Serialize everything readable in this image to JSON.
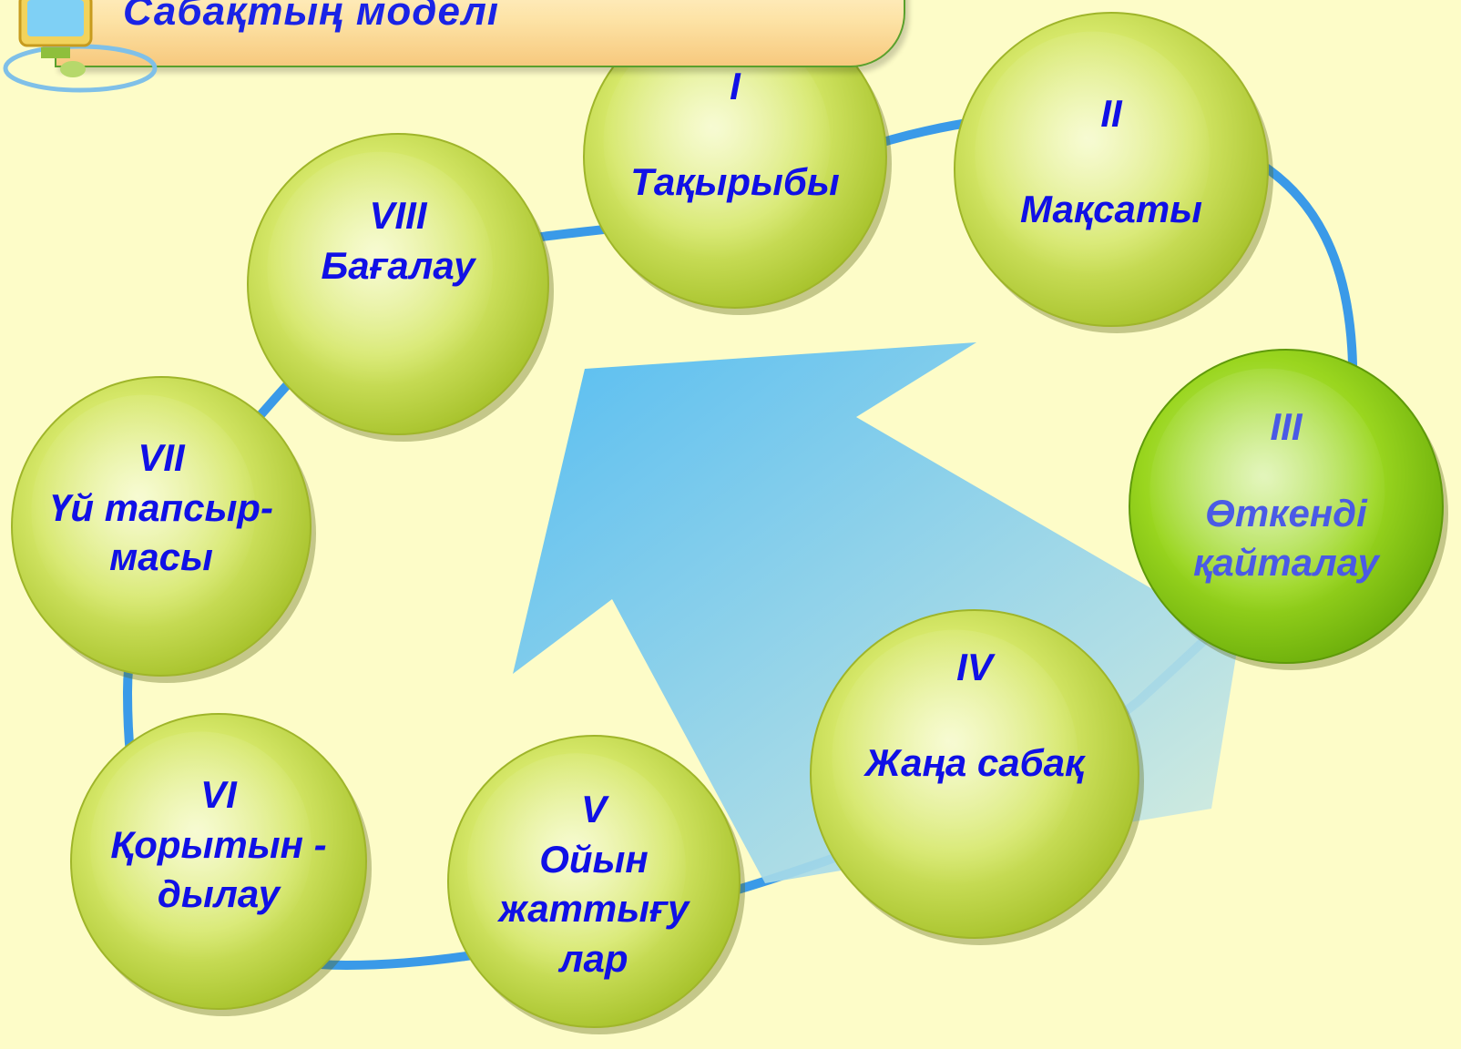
{
  "title": "Сабақтың моделі",
  "nodes": [
    {
      "numeral": "I",
      "lines": [
        "Тақырыбы"
      ]
    },
    {
      "numeral": "II",
      "lines": [
        "Мақсаты"
      ]
    },
    {
      "numeral": "III",
      "lines": [
        "Өткенді",
        "қайталау"
      ],
      "active": true
    },
    {
      "numeral": "IV",
      "lines": [
        "Жаңа сабақ"
      ]
    },
    {
      "numeral": "V",
      "lines": [
        "Ойын",
        "жаттығу",
        "лар"
      ]
    },
    {
      "numeral": "VI",
      "lines": [
        "Қорытын -",
        "дылау"
      ]
    },
    {
      "numeral": "VII",
      "lines": [
        "Үй тапсыр-",
        "масы"
      ]
    },
    {
      "numeral": "VIII",
      "lines": [
        "Бағалау"
      ]
    }
  ],
  "colors": {
    "background": "#fdfcc8",
    "ring": "#3a9ae8",
    "node": "#c9dd4f",
    "node_active": "#8ed01c",
    "text": "#1010e6",
    "arrow": "#5cbff2"
  }
}
